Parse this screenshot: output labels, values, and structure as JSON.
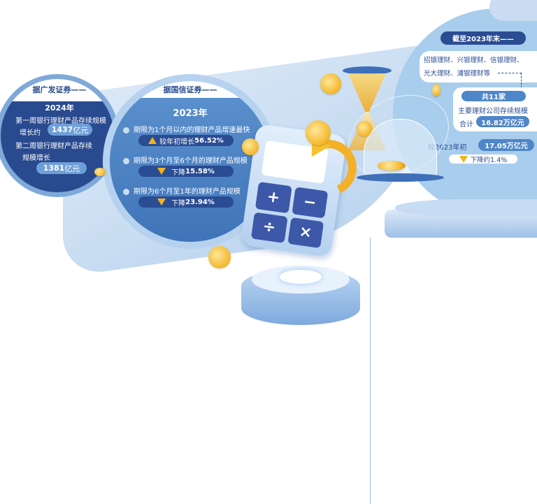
{
  "guangfa": {
    "source": "据广发证券——",
    "year": "2024年",
    "line1": "第一周银行理财产品存续规模",
    "line2_prefix": "增长约",
    "value1": "1437",
    "value1_unit": "亿元",
    "line3": "第二周银行理财产品存续",
    "line4": "规模增长",
    "value2": "1381",
    "value2_unit": "亿元"
  },
  "guoxin": {
    "source": "据国信证券——",
    "year": "2023年",
    "items": [
      {
        "label": "期限为1个月以内的理财产品增速最快",
        "change_prefix": "较年初增长",
        "change_value": "56.52%",
        "direction": "up"
      },
      {
        "label": "期限为3个月至6个月的理财产品规模",
        "change_prefix": "下降",
        "change_value": "15.58%",
        "direction": "down"
      },
      {
        "label": "期限为6个月至1年的理财产品规模",
        "change_prefix": "下降",
        "change_value": "23.94%",
        "direction": "down"
      }
    ]
  },
  "year_end": {
    "header": "截至2023年末——",
    "companies_line1": "招银理财、兴银理财、信银理财、",
    "companies_line2": "光大理财、浦银理财等",
    "count_label": "共11家",
    "scale_label": "主要理财公司存续规模",
    "total_prefix": "合计",
    "total_value": "16.82万亿元",
    "compare_label": "较2023年初",
    "compare_value": "17.05万亿元",
    "decline": "下降约1.4%"
  },
  "colors": {
    "navy": "#2a4c93",
    "mid_blue": "#4f86c8",
    "light_blue": "#a8cbea",
    "gold": "#f5b21d"
  }
}
